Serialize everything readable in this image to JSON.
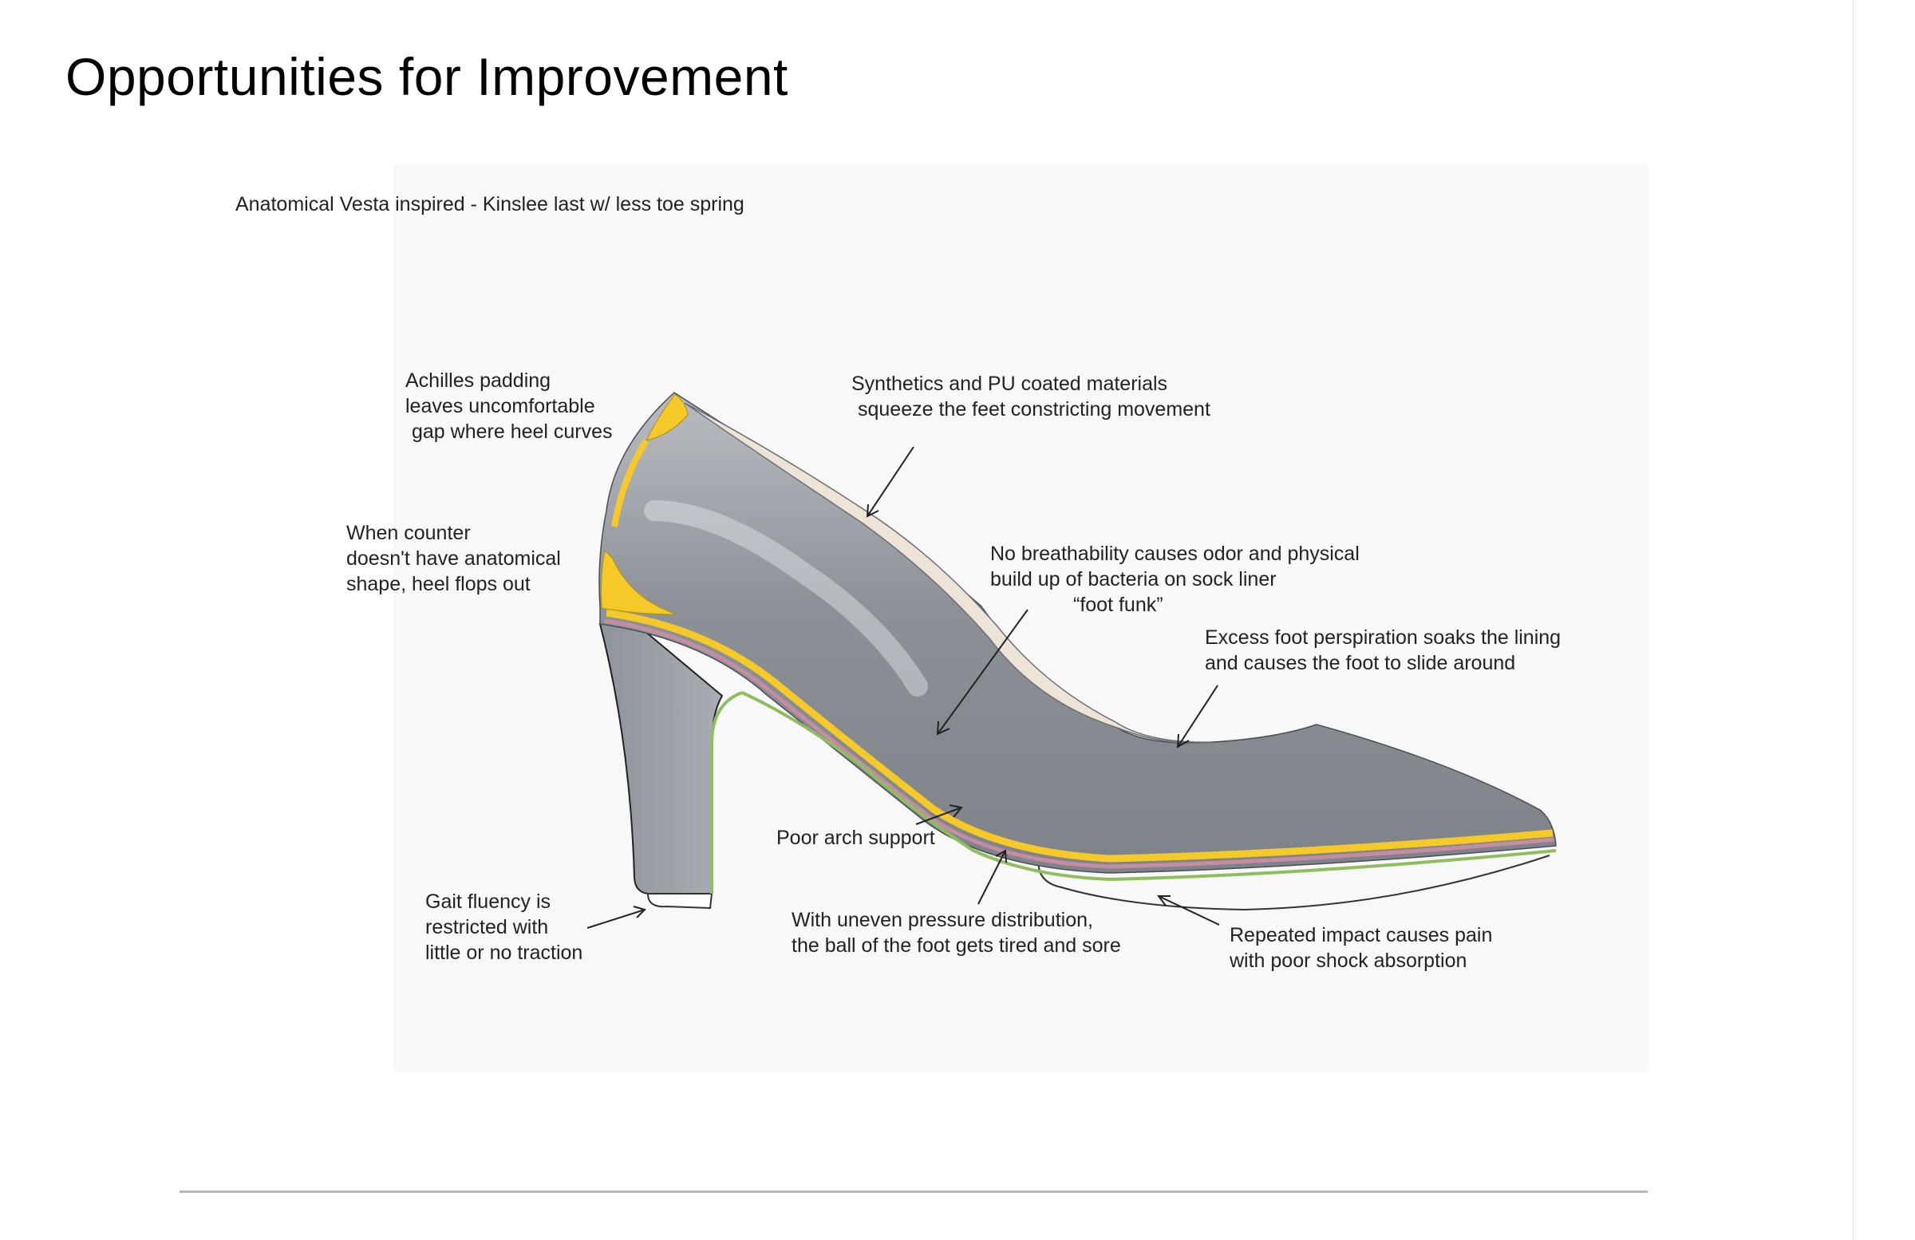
{
  "page": {
    "title": "Opportunities for Improvement"
  },
  "figure": {
    "caption": "Anatomical Vesta inspired - Kinslee last w/ less toe spring",
    "colors": {
      "shoe_body": "#8f949b",
      "heel_block": "#9ea4ab",
      "lining": "#ede3d6",
      "padding_highlight": "#f5c928",
      "insole_pink": "#c58da2",
      "outsole_green": "#8fbe5f"
    },
    "annotations": {
      "achilles": [
        "Achilles padding",
        "leaves uncomfortable",
        "gap where heel curves"
      ],
      "counter": [
        "When counter",
        "doesn't have anatomical",
        "shape, heel flops out"
      ],
      "synthetics": [
        "Synthetics and PU coated materials",
        "squeeze the feet constricting movement"
      ],
      "breathability": [
        "No breathability causes odor and physical",
        "build up of bacteria on sock liner",
        "“foot funk”"
      ],
      "perspiration": [
        "Excess foot perspiration soaks the lining",
        "and causes the foot to slide around"
      ],
      "arch": [
        "Poor arch support"
      ],
      "gait": [
        "Gait fluency is",
        "restricted with",
        "little or no traction"
      ],
      "pressure": [
        "With uneven pressure distribution,",
        "the ball of the foot gets tired and sore"
      ],
      "impact": [
        "Repeated impact causes pain",
        "with poor shock absorption"
      ]
    }
  }
}
